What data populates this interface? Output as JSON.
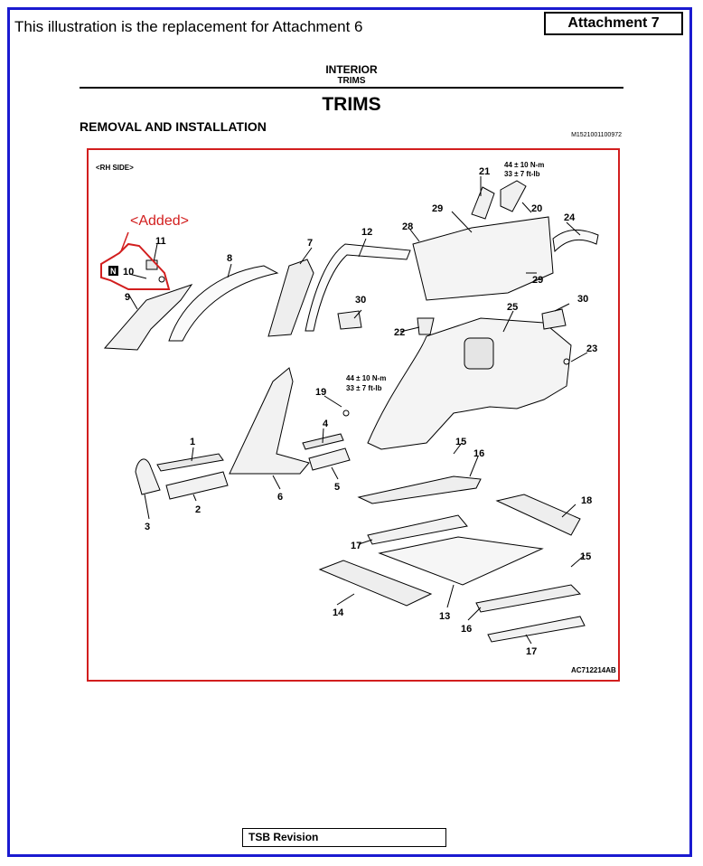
{
  "notice": "This illustration is the replacement for Attachment 6",
  "attachment_label": "Attachment 7",
  "header": {
    "line1": "INTERIOR",
    "line2": "TRIMS",
    "title": "TRIMS"
  },
  "section_title": "REMOVAL AND INSTALLATION",
  "drawing_code": "M1521001100972",
  "diagram": {
    "side_label": "<RH SIDE>",
    "added_label": "<Added>",
    "torque_a": {
      "line1": "44 ± 10 N-m",
      "line2": "33 ± 7 ft-lb"
    },
    "torque_b": {
      "line1": "44 ± 10 N-m",
      "line2": "33 ± 7 ft-lb"
    },
    "figure_id": "AC712214AB",
    "nut_symbol": "N",
    "callouts": [
      "1",
      "2",
      "3",
      "4",
      "5",
      "6",
      "7",
      "8",
      "9",
      "10",
      "11",
      "12",
      "13",
      "14",
      "15",
      "15",
      "16",
      "16",
      "17",
      "17",
      "18",
      "19",
      "20",
      "21",
      "22",
      "23",
      "24",
      "25",
      "28",
      "29",
      "29",
      "30",
      "30"
    ]
  },
  "footer": "TSB Revision",
  "colors": {
    "frame": "#1a1ad0",
    "highlight": "#d21e1e"
  }
}
